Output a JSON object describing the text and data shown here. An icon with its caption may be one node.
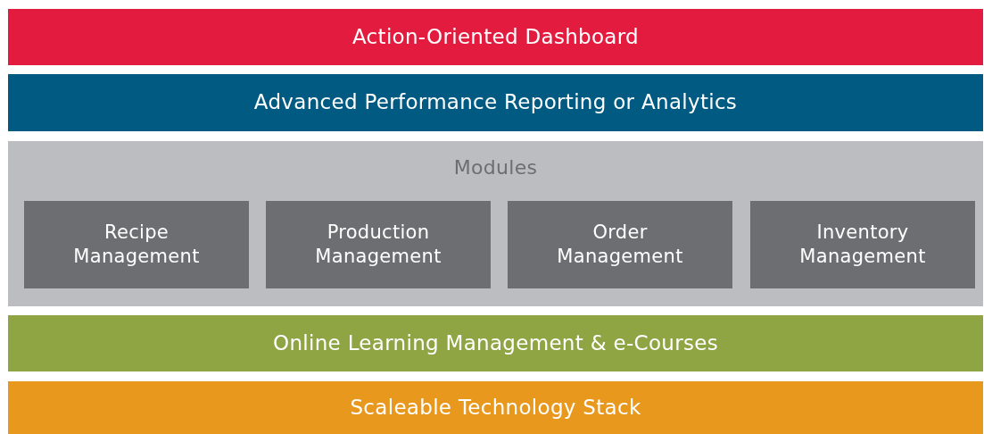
{
  "diagram": {
    "nodes": [
      {
        "text": [
          "Action-Oriented Dashboard"
        ]
      },
      {
        "text": [
          "Advanced Performance Reporting or Analytics"
        ]
      },
      {
        "text": [
          "Modules"
        ]
      },
      {
        "text": [
          "Recipe Management"
        ],
        "in": 2
      },
      {
        "text": [
          "Production Management"
        ],
        "in": 2
      },
      {
        "text": [
          "Order Management"
        ],
        "in": 2
      },
      {
        "text": [
          "Inventory Management"
        ],
        "in": 2
      },
      {
        "text": [
          "Online Learning Management & e-Courses"
        ]
      },
      {
        "text": [
          "Scaleable Technology Stack"
        ]
      }
    ]
  }
}
